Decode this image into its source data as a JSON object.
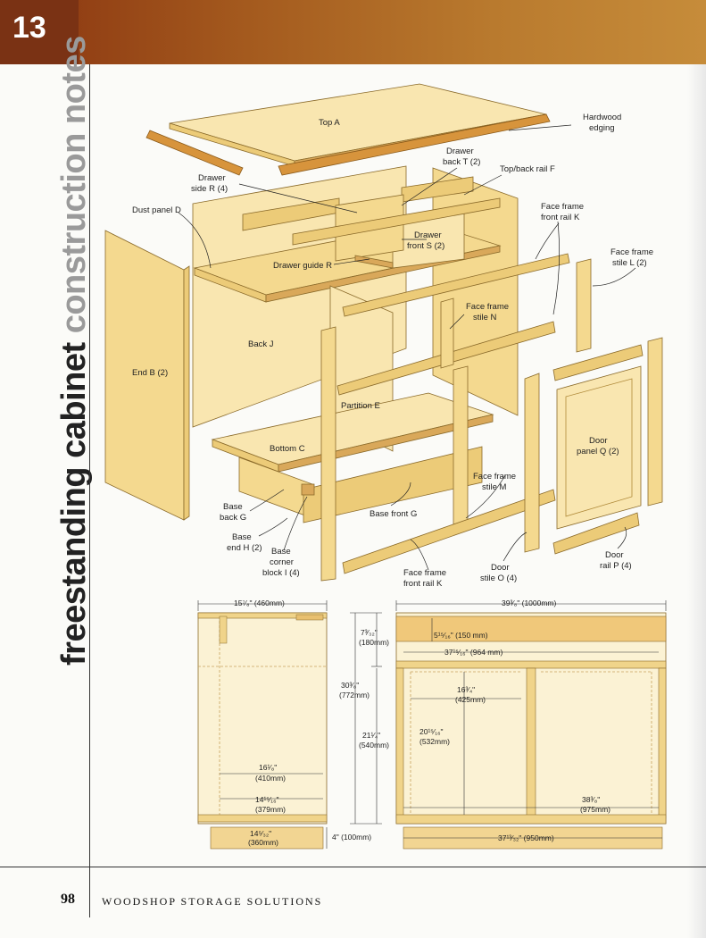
{
  "header": {
    "chapter_number": "13"
  },
  "sidebar": {
    "title_part1": "freestanding cabinet",
    "title_part2": " construction notes"
  },
  "footer": {
    "page_number": "98",
    "book_title": "WOODSHOP STORAGE SOLUTIONS"
  },
  "colors": {
    "header_dark": "#7a3214",
    "header_light": "#c68c3a",
    "wood": "#f4d98f"
  },
  "exploded_labels": {
    "top_a": "Top A",
    "hardwood_edging_1": "Hardwood",
    "hardwood_edging_2": "edging",
    "drawer_back_1": "Drawer",
    "drawer_back_2": "back T (2)",
    "top_back_rail": "Top/back rail F",
    "drawer_side_1": "Drawer",
    "drawer_side_2": "side R (4)",
    "dust_panel": "Dust panel D",
    "drawer_front_1": "Drawer",
    "drawer_front_2": "front S (2)",
    "ff_front_rail_k_1": "Face frame",
    "ff_front_rail_k_2": "front rail K",
    "ff_stile_l_1": "Face frame",
    "ff_stile_l_2": "stile L (2)",
    "drawer_guide": "Drawer guide R",
    "ff_stile_n_1": "Face frame",
    "ff_stile_n_2": "stile N",
    "back_j": "Back J",
    "end_b": "End B (2)",
    "partition_e": "Partition E",
    "door_panel_1": "Door",
    "door_panel_2": "panel Q (2)",
    "bottom_c": "Bottom C",
    "ff_stile_m_1": "Face frame",
    "ff_stile_m_2": "stile M",
    "base_back_1": "Base",
    "base_back_2": "back G",
    "base_front": "Base front G",
    "base_end_1": "Base",
    "base_end_2": "end H (2)",
    "base_corner_1": "Base",
    "base_corner_2": "corner",
    "base_corner_3": "block I (4)",
    "door_stile_1": "Door",
    "door_stile_2": "stile O (4)",
    "door_rail_1": "Door",
    "door_rail_2": "rail P (4)",
    "ff_front_rail_bottom_1": "Face frame",
    "ff_front_rail_bottom_2": "front rail K"
  },
  "side_view": {
    "width_top": "15⁷⁄₈\" (460mm)",
    "h_top_1": "7³⁄₃₂\"",
    "h_top_2": "(180mm)",
    "h_total_1": "30³⁄₈\"",
    "h_total_2": "(772mm)",
    "h_mid_1": "21¹⁄₄\"",
    "h_mid_2": "(540mm)",
    "w_inner_1_a": "16¹⁄₈\"",
    "w_inner_1_b": "(410mm)",
    "w_inner_2_a": "14¹⁵⁄₁₆\"",
    "w_inner_2_b": "(379mm)",
    "base_w_a": "14⁵⁄₃₂\"",
    "base_w_b": "(360mm)",
    "base_h": "4\" (100mm)"
  },
  "front_view": {
    "width_top": "39³⁄₈\" (1000mm)",
    "drawer_h": "5¹⁵⁄₁₆\" (150 mm)",
    "inner_w": "37¹⁵⁄₁₆\" (964 mm)",
    "door_w_a": "16³⁄₄\"",
    "door_w_b": "(425mm)",
    "door_h_a": "20¹⁵⁄₁₆\"",
    "door_h_b": "(532mm)",
    "bottom_w": "38³⁄₈\"",
    "bottom_w_mm": "(975mm)",
    "base_w": "37¹³⁄₃₂\" (950mm)"
  }
}
